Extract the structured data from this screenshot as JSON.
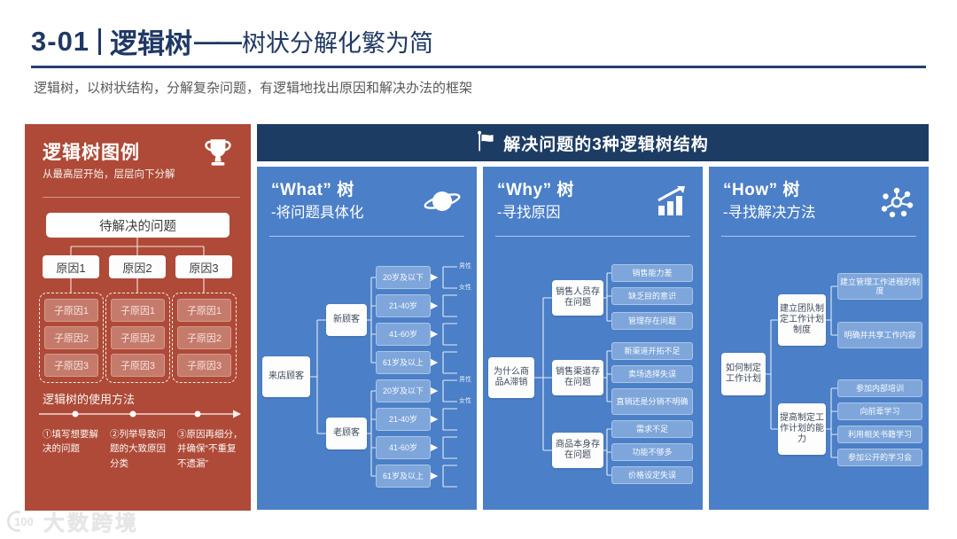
{
  "page": {
    "code": "3-01",
    "title": "逻辑树",
    "dash": "——",
    "title_suffix": "树状分解化繁为简",
    "subtitle": "逻辑树，以树状结构，分解复杂问题，有逻辑地找出原因和解决办法的框架",
    "watermark_logo": "100",
    "watermark": "大数跨境"
  },
  "colors": {
    "navy": "#1d3c64",
    "title_blue": "#1f3864",
    "panel_red": "#ae4a37",
    "column_blue": "#4b7fc7",
    "leaf_blue": "#7ea6da",
    "subtitle_gray": "#595959"
  },
  "legend": {
    "title": "逻辑树图例",
    "subtitle": "从最高层开始，层层向下分解",
    "icon": "trophy-icon",
    "problem": "待解决的问题",
    "causes": [
      "原因1",
      "原因2",
      "原因3"
    ],
    "sub_causes": [
      "子原因1",
      "子原因2",
      "子原因3"
    ],
    "usage_title": "逻辑树的使用方法",
    "steps": [
      "①填写想要解决的问题",
      "②列举导致问题的大致原因分类",
      "③原因再细分，并确保“不重复 不遗漏”"
    ]
  },
  "main": {
    "banner": "解决问题的3种逻辑树结构",
    "banner_icon": "flag-icon",
    "columns": [
      {
        "title": "“What” 树",
        "subtitle": "-将问题具体化",
        "icon": "planet-icon",
        "tree": {
          "root": "来店顾客",
          "branches": [
            {
              "label": "新顾客",
              "ages": [
                "20岁及以下",
                "21-40岁",
                "41-60岁",
                "61岁及以上"
              ],
              "genders": [
                "男性",
                "女性"
              ]
            },
            {
              "label": "老顾客",
              "ages": [
                "20岁及以下",
                "21-40岁",
                "41-60岁",
                "61岁及以上"
              ],
              "genders": [
                "男性",
                "女性"
              ]
            }
          ]
        }
      },
      {
        "title": "“Why” 树",
        "subtitle": "-寻找原因",
        "icon": "growth-chart-icon",
        "tree": {
          "root": "为什么商品A滞销",
          "branches": [
            {
              "label": "销售人员存在问题",
              "leaves": [
                "销售能力差",
                "缺乏目的意识",
                "管理存在问题"
              ]
            },
            {
              "label": "销售渠道存在问题",
              "leaves": [
                "新渠道开拓不足",
                "卖场选择失误",
                "直销还是分销不明确"
              ]
            },
            {
              "label": "商品本身存在问题",
              "leaves": [
                "需求不足",
                "功能不够多",
                "价格设定失误"
              ]
            }
          ]
        }
      },
      {
        "title": "“How” 树",
        "subtitle": "-寻找解决方法",
        "icon": "network-icon",
        "tree": {
          "root": "如何制定工作计划",
          "branches": [
            {
              "label": "建立团队制定工作计划制度",
              "leaves": [
                "建立管理工作进程的制度",
                "明确并共享工作内容"
              ]
            },
            {
              "label": "提高制定工作计划的能力",
              "leaves": [
                "参加内部培训",
                "向前辈学习",
                "利用相关书籍学习",
                "参加公开的学习会"
              ]
            }
          ]
        }
      }
    ]
  }
}
